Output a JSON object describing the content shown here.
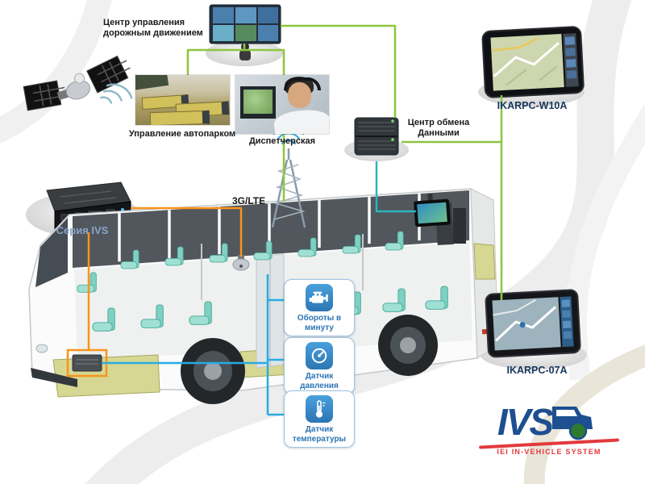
{
  "labels": {
    "traffic_center": "Центр управления\nдорожным движением",
    "fleet": "Управление автопарком",
    "dispatcher": "Диспетчерская",
    "data_center": "Центр обмена\nДанными",
    "network": "3G/LTE",
    "ivs_series": "Серия IVS",
    "tablet_w10a": "IKARPC-W10A",
    "tablet_07a": "IKARPC-07A"
  },
  "sensors": [
    {
      "id": "rpm",
      "label": "Обороты в\nминуту"
    },
    {
      "id": "pressure",
      "label": "Датчик\nдавления"
    },
    {
      "id": "temperature",
      "label": "Датчик\nтемпературы"
    }
  ],
  "logo": {
    "name": "IVS",
    "subtitle": "IEI IN-VEHICLE SYSTEM"
  },
  "colors": {
    "line_green": "#8dc63f",
    "line_orange": "#f7941d",
    "line_blue": "#29abe2",
    "line_teal": "#2bb6bb",
    "label_dark": "#1a1a1a",
    "label_navy": "#17365d",
    "sensor_blue": "#2d74b5",
    "series_blue": "#8aa4c8",
    "logo_blue": "#1d4f91",
    "logo_red": "#e23a3e"
  }
}
